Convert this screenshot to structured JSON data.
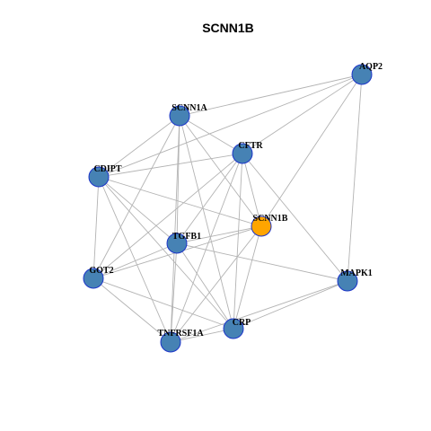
{
  "title": "SCNN1B",
  "colors": {
    "default_node": "#4682B4",
    "highlight_node": "#FFA500",
    "node_border": "#1C35C9",
    "edge": "#B3B3B3"
  },
  "nodes": [
    {
      "id": "AQP2",
      "label": "AQP2",
      "highlight": false
    },
    {
      "id": "SCNN1A",
      "label": "SCNN1A",
      "highlight": false
    },
    {
      "id": "CFTR",
      "label": "CFTR",
      "highlight": false
    },
    {
      "id": "CDIPT",
      "label": "CDIPT",
      "highlight": false
    },
    {
      "id": "SCNN1B",
      "label": "SCNN1B",
      "highlight": true
    },
    {
      "id": "TGFB1",
      "label": "TGFB1",
      "highlight": false
    },
    {
      "id": "GOT2",
      "label": "GOT2",
      "highlight": false
    },
    {
      "id": "MAPK1",
      "label": "MAPK1",
      "highlight": false
    },
    {
      "id": "CRP",
      "label": "CRP",
      "highlight": false
    },
    {
      "id": "TNFRSF1A",
      "label": "TNFRSF1A",
      "highlight": false
    }
  ],
  "edges": [
    [
      "AQP2",
      "SCNN1A"
    ],
    [
      "AQP2",
      "CDIPT"
    ],
    [
      "AQP2",
      "CFTR"
    ],
    [
      "AQP2",
      "SCNN1B"
    ],
    [
      "AQP2",
      "MAPK1"
    ],
    [
      "SCNN1A",
      "CDIPT"
    ],
    [
      "SCNN1A",
      "CFTR"
    ],
    [
      "SCNN1A",
      "TGFB1"
    ],
    [
      "SCNN1A",
      "GOT2"
    ],
    [
      "SCNN1A",
      "TNFRSF1A"
    ],
    [
      "SCNN1A",
      "CRP"
    ],
    [
      "SCNN1A",
      "SCNN1B"
    ],
    [
      "CFTR",
      "CDIPT"
    ],
    [
      "CFTR",
      "TGFB1"
    ],
    [
      "CFTR",
      "GOT2"
    ],
    [
      "CFTR",
      "TNFRSF1A"
    ],
    [
      "CFTR",
      "CRP"
    ],
    [
      "CFTR",
      "SCNN1B"
    ],
    [
      "CFTR",
      "MAPK1"
    ],
    [
      "CDIPT",
      "SCNN1B"
    ],
    [
      "CDIPT",
      "GOT2"
    ],
    [
      "CDIPT",
      "TNFRSF1A"
    ],
    [
      "CDIPT",
      "CRP"
    ],
    [
      "CDIPT",
      "TGFB1"
    ],
    [
      "SCNN1B",
      "TGFB1"
    ],
    [
      "SCNN1B",
      "GOT2"
    ],
    [
      "SCNN1B",
      "TNFRSF1A"
    ],
    [
      "SCNN1B",
      "CRP"
    ],
    [
      "TGFB1",
      "GOT2"
    ],
    [
      "TGFB1",
      "TNFRSF1A"
    ],
    [
      "TGFB1",
      "CRP"
    ],
    [
      "TGFB1",
      "MAPK1"
    ],
    [
      "GOT2",
      "CRP"
    ],
    [
      "GOT2",
      "TNFRSF1A"
    ],
    [
      "MAPK1",
      "CRP"
    ],
    [
      "MAPK1",
      "TNFRSF1A"
    ],
    [
      "CRP",
      "TNFRSF1A"
    ]
  ]
}
